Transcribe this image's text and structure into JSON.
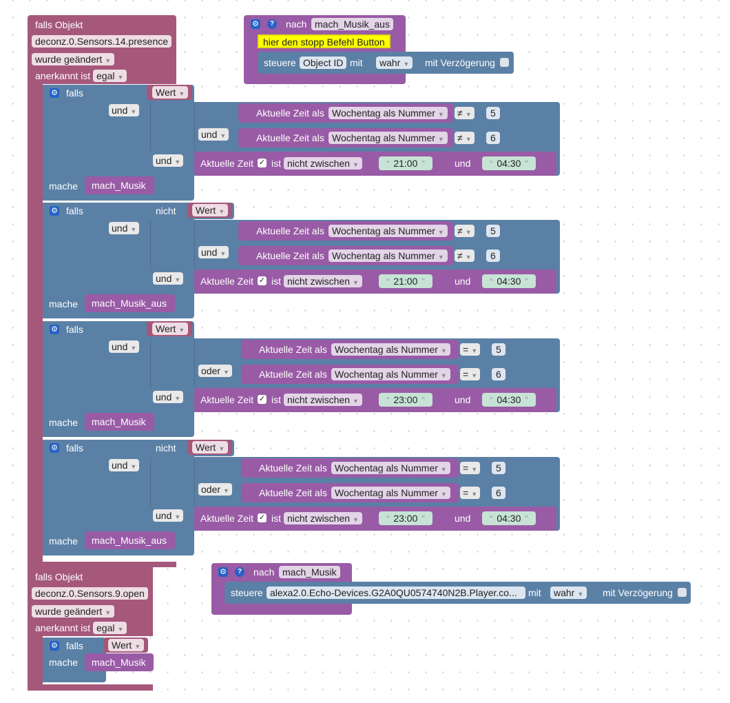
{
  "colors": {
    "event": "#a5587a",
    "control": "#5b80a5",
    "function": "#995ba5",
    "string": "#c7e3d6",
    "comment": "#ffff00"
  },
  "icons": {
    "gear": "gear-icon",
    "help": "help-icon",
    "check": "checkbox-icon",
    "dropdown": "dropdown-arrow-icon"
  },
  "trigger1": {
    "header": "falls Objekt",
    "object": "deconz.0.Sensors.14.presence",
    "changed": "wurde geändert",
    "acknowledged_label": "anerkannt ist",
    "acknowledged": "egal"
  },
  "trigger2": {
    "header": "falls Objekt",
    "object": "deconz.0.Sensors.9.open",
    "changed": "wurde geändert",
    "acknowledged_label": "anerkannt ist",
    "acknowledged": "egal"
  },
  "labels": {
    "falls": "falls",
    "und": "und",
    "oder": "oder",
    "nicht": "nicht",
    "wert": "Wert",
    "mache": "mache",
    "aktuelle_zeit_als": "Aktuelle Zeit als",
    "wochentag": "Wochentag als Nummer",
    "ne": "≠",
    "eq": "=",
    "aktuelle_zeit": "Aktuelle Zeit",
    "ist": "ist",
    "nicht_zwischen": "nicht zwischen",
    "und_between": "und",
    "nach": "nach",
    "steuere": "steuere",
    "mit": "mit",
    "mit_verzoegerung": "mit Verzögerung",
    "quote_open": "“",
    "quote_close": "”",
    "check": "✓",
    "gear": "⚙",
    "help": "?"
  },
  "blocks": [
    {
      "neg": false,
      "op": "≠",
      "logic": "und",
      "day1": "5",
      "day2": "6",
      "from": "21:00",
      "to": "04:30",
      "call": "mach_Musik"
    },
    {
      "neg": true,
      "op": "≠",
      "logic": "und",
      "day1": "5",
      "day2": "6",
      "from": "21:00",
      "to": "04:30",
      "call": "mach_Musik_aus"
    },
    {
      "neg": false,
      "op": "=",
      "logic": "oder",
      "day1": "5",
      "day2": "6",
      "from": "23:00",
      "to": "04:30",
      "call": "mach_Musik"
    },
    {
      "neg": true,
      "op": "=",
      "logic": "oder",
      "day1": "5",
      "day2": "6",
      "from": "23:00",
      "to": "04:30",
      "call": "mach_Musik_aus"
    }
  ],
  "trigger2_call": "mach_Musik",
  "func_aus": {
    "name": "mach_Musik_aus",
    "comment": "hier den stopp Befehl Button",
    "object": "Object ID",
    "value": "wahr"
  },
  "func_an": {
    "name": "mach_Musik",
    "object": "alexa2.0.Echo-Devices.G2A0QU0574740N2B.Player.co...",
    "value": "wahr"
  }
}
